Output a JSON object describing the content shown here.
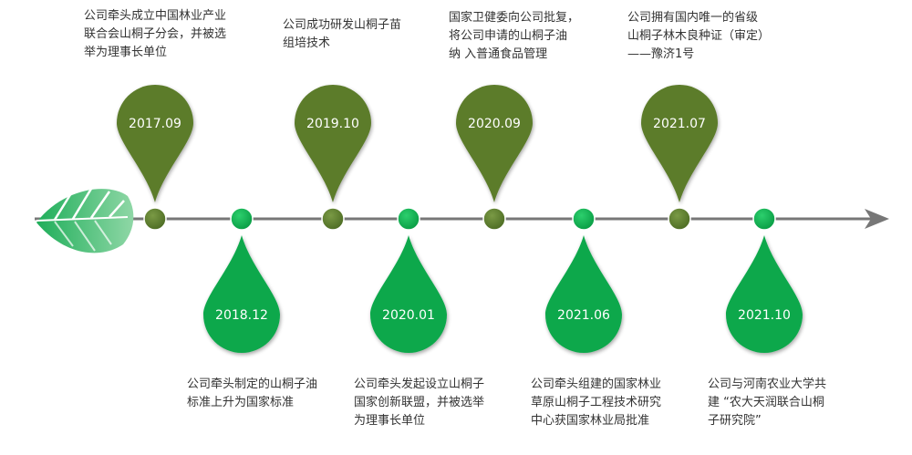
{
  "colors": {
    "dark_green": "#5b7b2c",
    "bright_green": "#0aa84b",
    "axis": "#777777",
    "text": "#333333"
  },
  "timeline": {
    "events": [
      {
        "date": "2017.09",
        "position": "top",
        "color": "dark",
        "text": "公司牵头成立中国林业产业\n联合会山桐子分会，并被选\n举为理事长单位"
      },
      {
        "date": "2018.12",
        "position": "bottom",
        "color": "bright",
        "text": "公司牵头制定的山桐子油\n标准上升为国家标准"
      },
      {
        "date": "2019.10",
        "position": "top",
        "color": "dark",
        "text": "公司成功研发山桐子苗\n组培技术"
      },
      {
        "date": "2020.01",
        "position": "bottom",
        "color": "bright",
        "text": "公司牵头发起设立山桐子\n国家创新联盟，并被选举\n为理事长单位"
      },
      {
        "date": "2020.09",
        "position": "top",
        "color": "dark",
        "text": "国家卫健委向公司批复，\n将公司申请的山桐子油\n纳 入普通食品管理"
      },
      {
        "date": "2021.06",
        "position": "bottom",
        "color": "bright",
        "text": "公司牵头组建的国家林业\n草原山桐子工程技术研究\n中心获国家林业局批准"
      },
      {
        "date": "2021.07",
        "position": "top",
        "color": "dark",
        "text": "公司拥有国内唯一的省级\n山桐子林木良种证（审定）\n——豫济1号"
      },
      {
        "date": "2021.10",
        "position": "bottom",
        "color": "bright",
        "text": "公司与河南农业大学共\n建 “农大天润联合山桐\n子研究院”"
      }
    ]
  }
}
